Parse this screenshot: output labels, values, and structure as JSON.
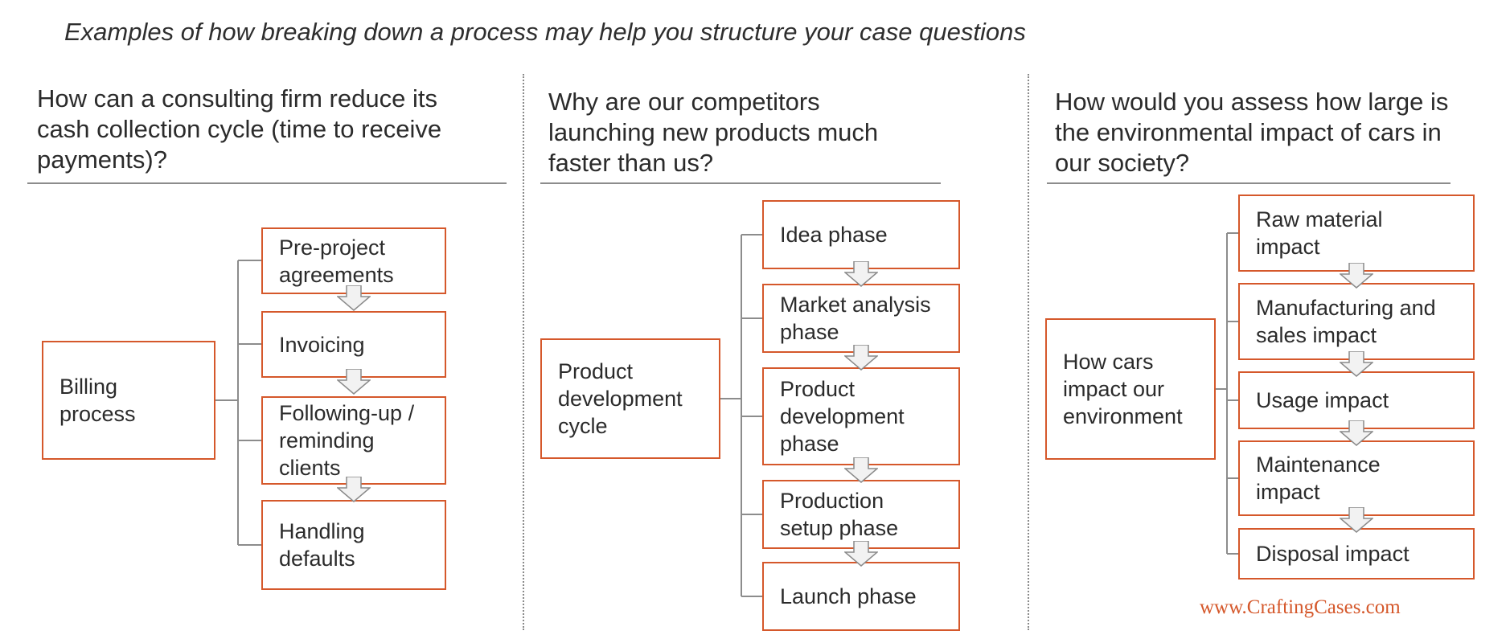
{
  "header": "Examples of how breaking down a process may help you structure your case questions",
  "columns": [
    {
      "question": "How can a consulting firm reduce its cash collection cycle (time to receive payments)?",
      "root": "Billing process",
      "steps": [
        "Pre-project agreements",
        "Invoicing",
        "Following-up / reminding clients",
        "Handling defaults"
      ]
    },
    {
      "question": "Why are our competitors launching new products much faster than us?",
      "root": "Product development cycle",
      "steps": [
        "Idea phase",
        "Market analysis phase",
        "Product development phase",
        "Production setup phase",
        "Launch phase"
      ]
    },
    {
      "question": "How would you assess how large is the environmental impact of cars in our society?",
      "root": "How cars impact our environment",
      "steps": [
        "Raw material impact",
        "Manufacturing and sales impact",
        "Usage impact",
        "Maintenance impact",
        "Disposal impact"
      ]
    }
  ],
  "footer": "www.CraftingCases.com",
  "colors": {
    "accent": "#d5582b",
    "line": "#8c8c8c",
    "text": "#2b2b2b"
  },
  "icons": {
    "step_arrow": "down-arrow-icon"
  }
}
